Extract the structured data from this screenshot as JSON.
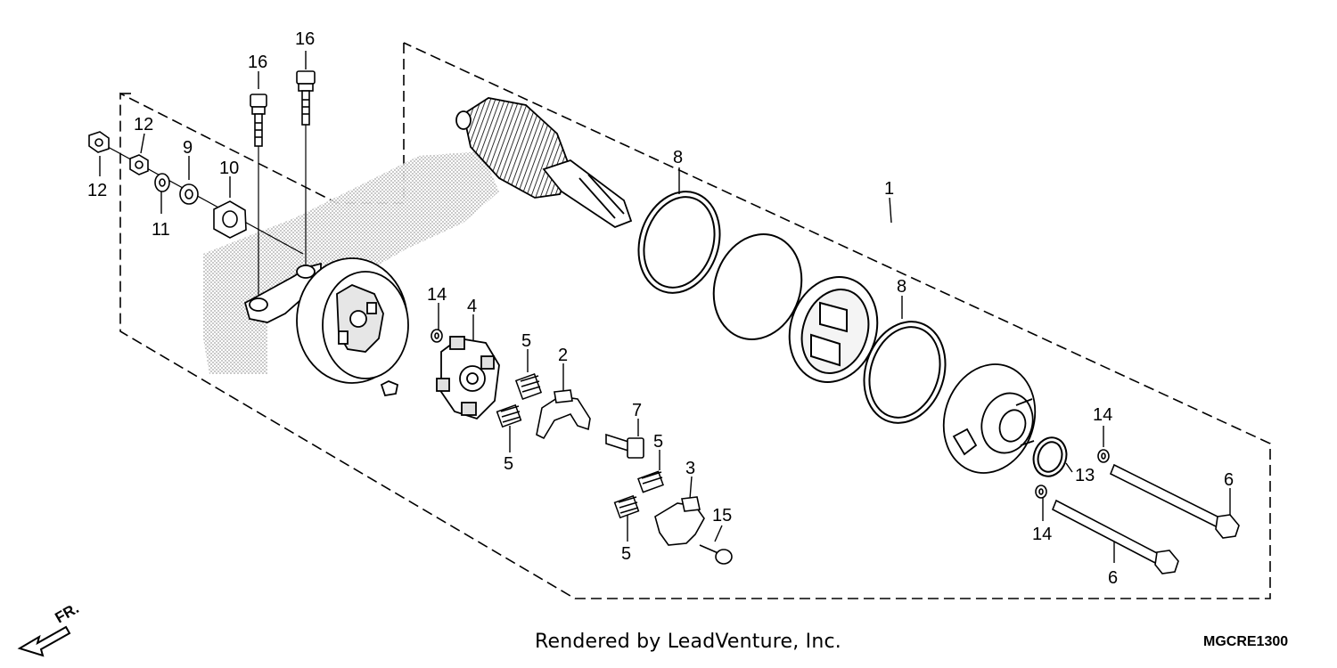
{
  "diagram": {
    "callouts": [
      {
        "id": "c16a",
        "text": "16"
      },
      {
        "id": "c16b",
        "text": "16"
      },
      {
        "id": "c12a",
        "text": "12"
      },
      {
        "id": "c12b",
        "text": "12"
      },
      {
        "id": "c9",
        "text": "9"
      },
      {
        "id": "c10",
        "text": "10"
      },
      {
        "id": "c11",
        "text": "11"
      },
      {
        "id": "c8a",
        "text": "8"
      },
      {
        "id": "c1",
        "text": "1"
      },
      {
        "id": "c8b",
        "text": "8"
      },
      {
        "id": "c14a",
        "text": "14"
      },
      {
        "id": "c4",
        "text": "4"
      },
      {
        "id": "c5a",
        "text": "5"
      },
      {
        "id": "c2",
        "text": "2"
      },
      {
        "id": "c5b",
        "text": "5"
      },
      {
        "id": "c7",
        "text": "7"
      },
      {
        "id": "c5c",
        "text": "5"
      },
      {
        "id": "c3",
        "text": "3"
      },
      {
        "id": "c15",
        "text": "15"
      },
      {
        "id": "c5d",
        "text": "5"
      },
      {
        "id": "c14b",
        "text": "14"
      },
      {
        "id": "c13",
        "text": "13"
      },
      {
        "id": "c14c",
        "text": "14"
      },
      {
        "id": "c6a",
        "text": "6"
      },
      {
        "id": "c6b",
        "text": "6"
      }
    ],
    "direction_label": "FR.",
    "credit": "Rendered by LeadVenture, Inc.",
    "code": "MGCRE1300"
  },
  "colors": {
    "ink": "#000000",
    "shade": "#b8b8b8",
    "paper": "#ffffff"
  }
}
